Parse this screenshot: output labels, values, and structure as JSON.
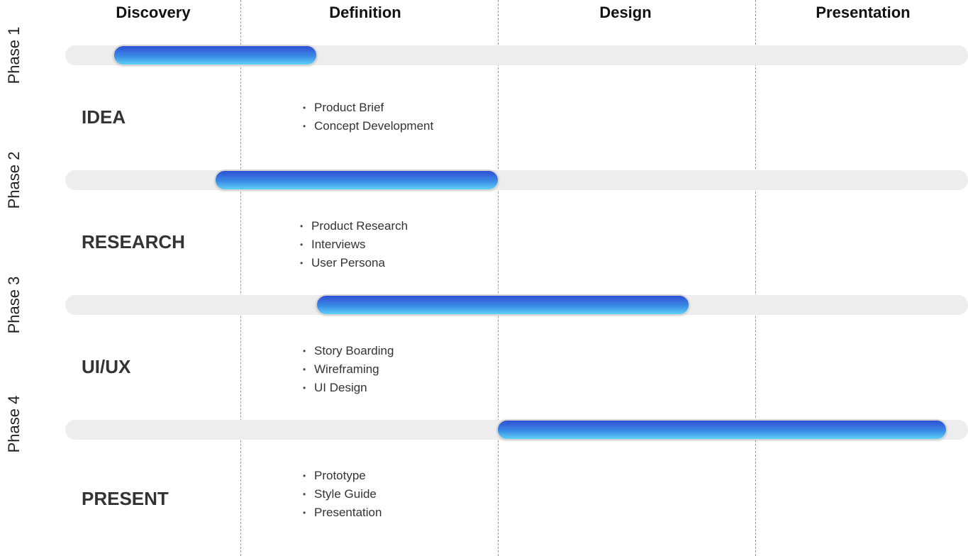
{
  "columns": [
    {
      "label": "Discovery"
    },
    {
      "label": "Definition"
    },
    {
      "label": "Design"
    },
    {
      "label": "Presentation"
    }
  ],
  "phases": [
    {
      "label": "Phase 1",
      "title": "IDEA",
      "tasks": [
        "Product Brief",
        "Concept Development"
      ]
    },
    {
      "label": "Phase 2",
      "title": "RESEARCH",
      "tasks": [
        "Product Research",
        "Interviews",
        "User Persona"
      ]
    },
    {
      "label": "Phase 3",
      "title": "UI/UX",
      "tasks": [
        "Story Boarding",
        "Wireframing",
        "UI Design"
      ]
    },
    {
      "label": "Phase 4",
      "title": "PRESENT",
      "tasks": [
        "Prototype",
        "Style Guide",
        "Presentation"
      ]
    }
  ],
  "colors": {
    "bar_top": "#2f4fd2",
    "bar_bottom": "#5fd0f5",
    "track": "#ededed",
    "text": "#333333"
  }
}
